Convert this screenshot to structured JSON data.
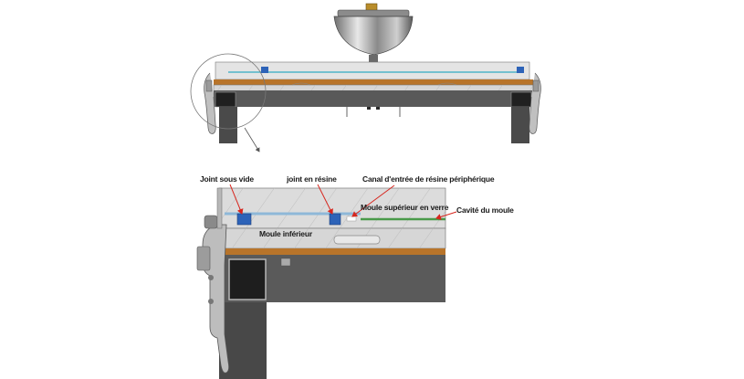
{
  "labels": {
    "vacuum_seal": "Joint sous vide",
    "resin_seal": "joint en résine",
    "resin_channel": "Canal d'entrée de résine périphérique",
    "upper_mould": "Moule supérieur en verre",
    "mould_cavity": "Cavité du moule",
    "lower_mould": "Moule inférieur"
  },
  "colors": {
    "leader_red": "#d7261e",
    "seal_blue": "#2d63b8",
    "copper_layer": "#b8742a",
    "frame_dark": "#4a4a4a",
    "glass_light": "#dcdcdc",
    "cavity_green": "#4a9a4a"
  }
}
